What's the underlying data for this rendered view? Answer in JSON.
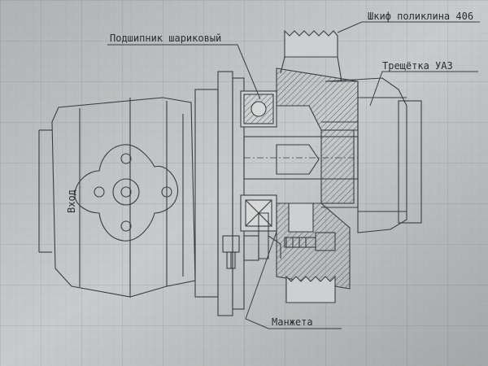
{
  "labels": {
    "pulley": "Шкиф поликлина 406",
    "bearing": "Подшипник шариковый",
    "ratchet": "Трещётка УАЗ",
    "seal": "Манжета",
    "inlet": "Вход"
  },
  "colors": {
    "paper": "#c9cccc",
    "grid_minor": "#b9bebf",
    "grid_major": "#a9b0b2",
    "ink": "#3a3d42",
    "hatch": "#5a5d62",
    "background": "#9a9ea0"
  }
}
